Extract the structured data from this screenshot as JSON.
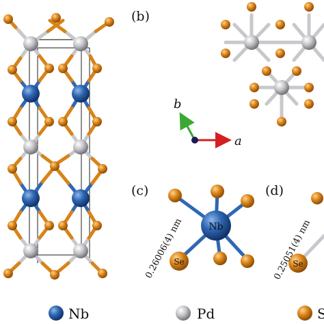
{
  "panels": {
    "b": "(b)",
    "c": "(c)",
    "d": "(d)"
  },
  "axes": {
    "b": "b",
    "a": "a"
  },
  "atoms": {
    "center_c": "Nb",
    "se_c": "Se",
    "se_d": "Se"
  },
  "distances": {
    "c": "0.26006(4) nm",
    "d": "0.25051(4) nm"
  },
  "legend": [
    {
      "label": "Nb",
      "color": "#2f68b4"
    },
    {
      "label": "Pd",
      "color": "#b9b9bd"
    },
    {
      "label": "S",
      "color": "#d88318"
    }
  ],
  "colors": {
    "nb": "#2f68b4",
    "pd": "#b9b9bd",
    "se": "#d88318",
    "axis_b": "#3aa832",
    "axis_a": "#d42020",
    "origin": "#1a1a55"
  }
}
